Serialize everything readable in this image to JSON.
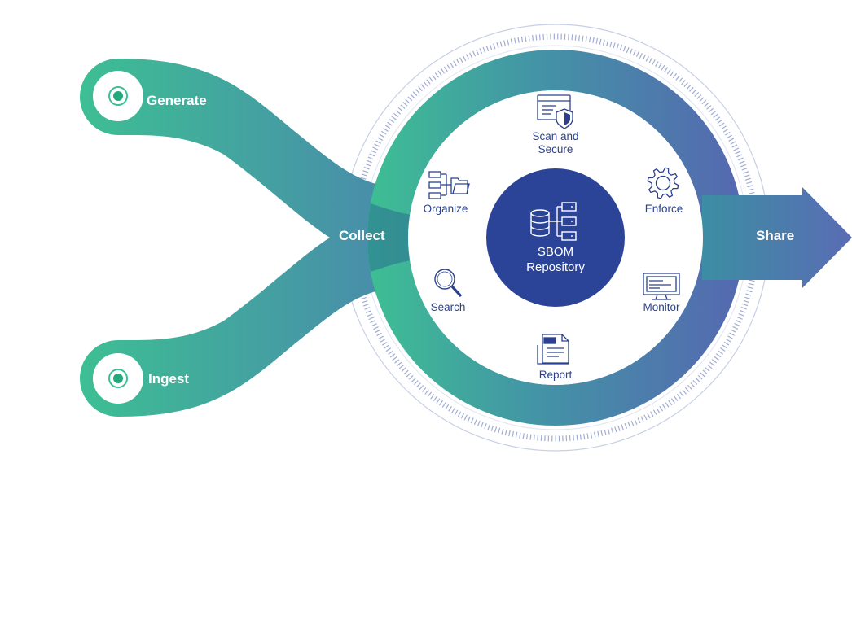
{
  "inputs": {
    "generate": "Generate",
    "ingest": "Ingest"
  },
  "flow": {
    "collect": "Collect",
    "share": "Share"
  },
  "center": {
    "line1": "SBOM",
    "line2": "Repository"
  },
  "nodes": {
    "scan_line1": "Scan and",
    "scan_line2": "Secure",
    "organize": "Organize",
    "enforce": "Enforce",
    "search": "Search",
    "monitor": "Monitor",
    "report": "Report"
  },
  "colors": {
    "green": "#3dbf93",
    "teal": "#2b9aa0",
    "blue": "#5568b0",
    "navy": "#2c4497",
    "icon": "#2b4190",
    "ring_tick": "#8a97c8"
  }
}
